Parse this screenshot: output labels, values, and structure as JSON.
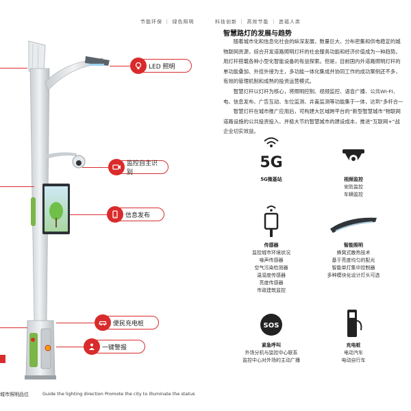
{
  "header": {
    "left": "节能环保 ｜ 绿色照明",
    "right": "科技创新 ｜ 高效节能 ｜ 造福人类"
  },
  "callouts": [
    {
      "label": "LED 照明",
      "icon": "bulb-icon"
    },
    {
      "label": "监控自主识别",
      "icon": "camera-icon"
    },
    {
      "label": "信息发布",
      "icon": "phone-icon"
    },
    {
      "label": "便民充电桩",
      "icon": "car-icon"
    },
    {
      "label": "一键警报",
      "icon": "person-icon"
    }
  ],
  "footer": {
    "left": "城市照明品位",
    "english": "Guide the lighting direction Promote the city to illuminate the status"
  },
  "article": {
    "title": "智慧路灯的发展与趋势",
    "para1": [
      "　　随着城市化和信息化社会的纵深发展，数量巨大、分布密集和供电稳定的城",
      "物联网资源，综合开发道路照明灯杆的社会服务功能和经济价值成为一种趋势。",
      "用灯杆搭载各种小型化智能设备的有益探索。但是，目前国内外道路照明灯杆的",
      "单功能叠加、外挂外接为主，多功能一体化集成并协同工作的成功案例还不多，",
      "有效的管理机制和成熟的投资运营模式。"
    ],
    "para2": [
      "　　智慧灯杆以灯杆为核心，将照明控制、视频监控、语音广播、公共WI-FI、",
      "电、信息发布、广告互动、车位监测、井盖监测等功能集于一体，达到“多杆合一"
    ],
    "para3": [
      "　　智慧灯杆在城市推广应用后，可构建大区域跨平台的“新型智慧城市”物联网",
      "道路设施的公共投资投入、并极大节约智慧城市的建设成本，推进“互联网+”战",
      "企业切实效益。"
    ]
  },
  "features": [
    {
      "id": "5g",
      "icon": "5g-icon",
      "icon_text": "5G",
      "title": "5G微基站",
      "lines": []
    },
    {
      "id": "cam",
      "icon": "dome-camera-icon",
      "title": "视频监控",
      "lines": [
        "安防监控",
        "车辆监控"
      ]
    },
    {
      "id": "sensor",
      "icon": "sensor-icon",
      "title": "传感器",
      "lines": [
        "监控城市环境状况",
        "噪声传感器",
        "空气污染检测器",
        "温湿度传感器",
        "亮度传感器",
        "市政建筑监控"
      ]
    },
    {
      "id": "light",
      "icon": "led-lamp-icon",
      "title": "智能照明",
      "lines": [
        "蜂窝式散热技术",
        "基于亮度均匀的配光",
        "智能单灯集中控制器",
        "多种模块化设计灯头可选"
      ]
    },
    {
      "id": "sos",
      "icon": "sos-icon",
      "icon_text": "SOS",
      "title": "紧急呼叫",
      "lines": [
        "外场分机与监控中心联系",
        "监控中心对外场的主动广播"
      ]
    },
    {
      "id": "charge",
      "icon": "charger-icon",
      "title": "充电桩",
      "lines": [
        "电动汽车",
        "电动自行车"
      ]
    }
  ],
  "colors": {
    "accent": "#d92b2b",
    "pole": "#d8dde0",
    "green": "#7ab648"
  }
}
